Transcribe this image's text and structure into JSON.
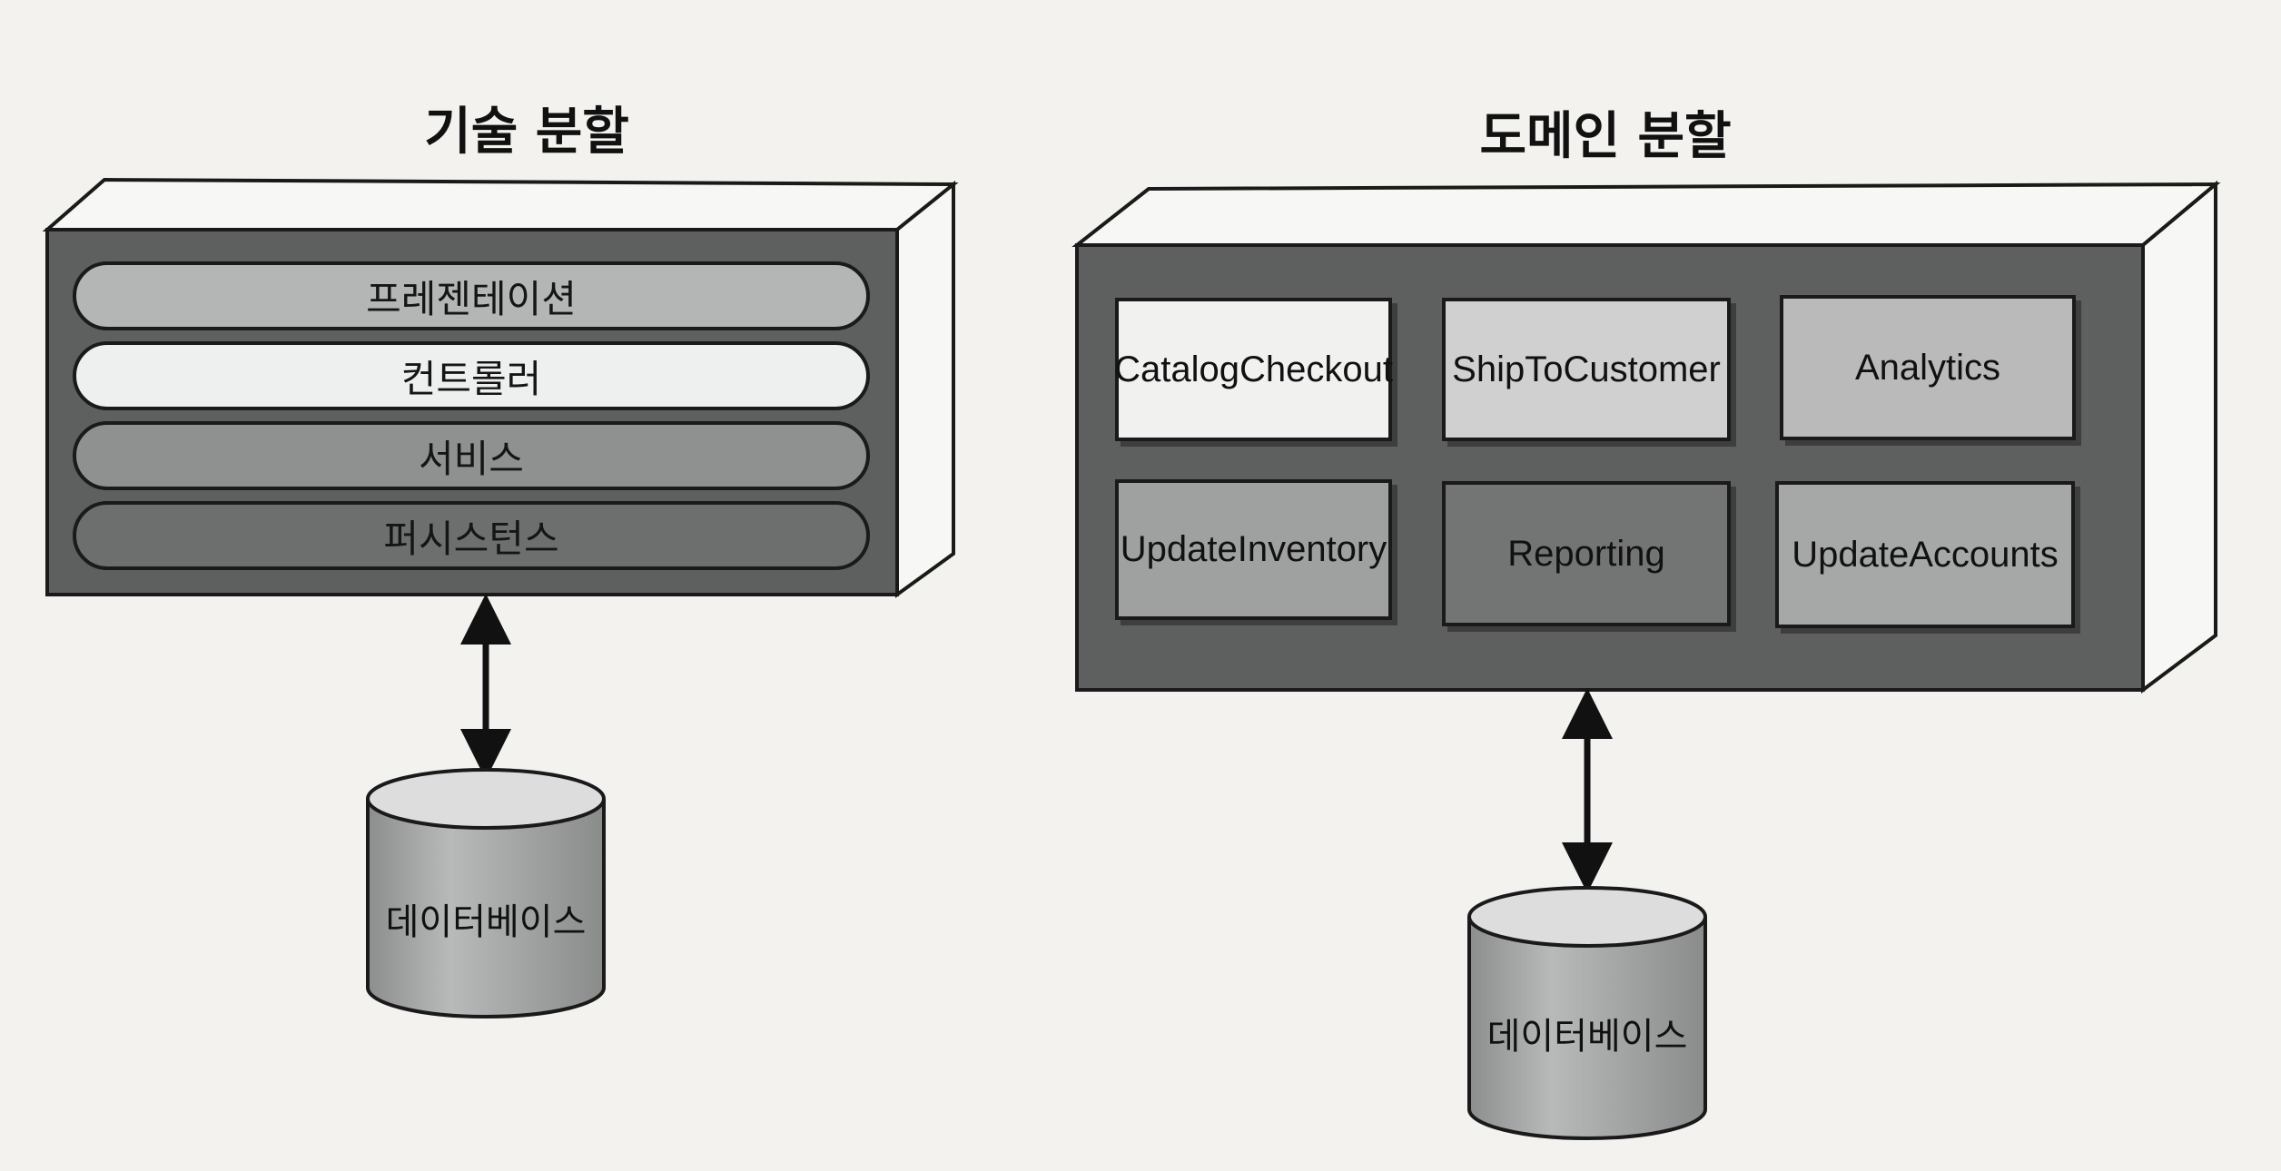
{
  "titles": {
    "technical": "기술 분할",
    "domain": "도메인 분할"
  },
  "technical_layers": [
    {
      "label": "프레젠테이션",
      "fill": "#b4b6b5"
    },
    {
      "label": "컨트롤러",
      "fill": "#eeefef"
    },
    {
      "label": "서비스",
      "fill": "#8f9190"
    },
    {
      "label": "퍼시스턴스",
      "fill": "#6d6f6e"
    }
  ],
  "domain_modules": [
    {
      "label": "CatalogCheckout",
      "fill": "#f1f1f0"
    },
    {
      "label": "ShipToCustomer",
      "fill": "#cfd0cf"
    },
    {
      "label": "Analytics",
      "fill": "#b9bab9"
    },
    {
      "label": "UpdateInventory",
      "fill": "#9fa1a0"
    },
    {
      "label": "Reporting",
      "fill": "#737574"
    },
    {
      "label": "UpdateAccounts",
      "fill": "#a6a8a7"
    }
  ],
  "databases": {
    "technical": "데이터베이스",
    "domain": "데이터베이스"
  },
  "colors": {
    "box_front": "#5e605f",
    "box_top": "#f7f7f5",
    "box_side": "#f7f7f5",
    "db_body": "#a9abaa",
    "db_top": "#dcdddc",
    "outline": "#1a1a1a"
  }
}
